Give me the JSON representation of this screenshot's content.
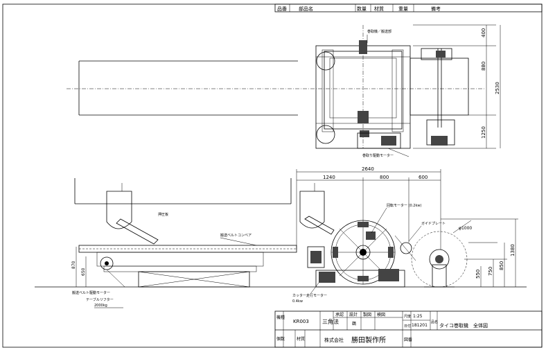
{
  "parts_header": {
    "part_no": "品番",
    "part_name": "部品名",
    "quantity": "数量",
    "material": "材質",
    "weight": "重量",
    "remarks": "備考"
  },
  "top_view": {
    "dim_top": "400",
    "dim_mid": "880",
    "dim_total": "2530",
    "dim_bottom": "1250",
    "label_top": "巻取機／搬送部",
    "label_motor": "巻取り駆動モーター"
  },
  "side_view": {
    "dim_overall": "2640",
    "dim_a": "1240",
    "dim_b": "800",
    "dim_c": "600",
    "dim_height_1380": "1380",
    "dim_height_850": "850",
    "dim_height_750": "750",
    "dim_height_550": "550",
    "dim_left_870": "870",
    "dim_left_650": "650",
    "dia_label": "φ1000",
    "motor_top": "回転モーター (0.2kw)",
    "guide_plate": "ガイドプレート",
    "pusher": "押圧板",
    "belt_conveyor": "搬送ベルトコンベア",
    "belt_motor": "搬送ベルト駆動モーター",
    "table_lifter": "テーブルリフター",
    "lifter_capacity": "2000kg",
    "cutter_motor": "カッター走行モーター",
    "cutter_kw": "0.4kw"
  },
  "title_block": {
    "model_label": "機種",
    "model_value": "KR003",
    "projection": "三角法",
    "approved": "承認",
    "designed": "設計",
    "drawn": "製図",
    "checked": "検図",
    "drawn_by": "鵜",
    "scale_label": "尺度",
    "scale_value": "1:25",
    "date_label": "日付",
    "date_value": "181201",
    "name_label": "品名",
    "product_name": "タイコ巻取機　全体図",
    "quantity_label": "個数",
    "material_label": "材質",
    "company": "株式会社",
    "company_name": "勝田製作所",
    "drawing_no_label": "図番"
  }
}
